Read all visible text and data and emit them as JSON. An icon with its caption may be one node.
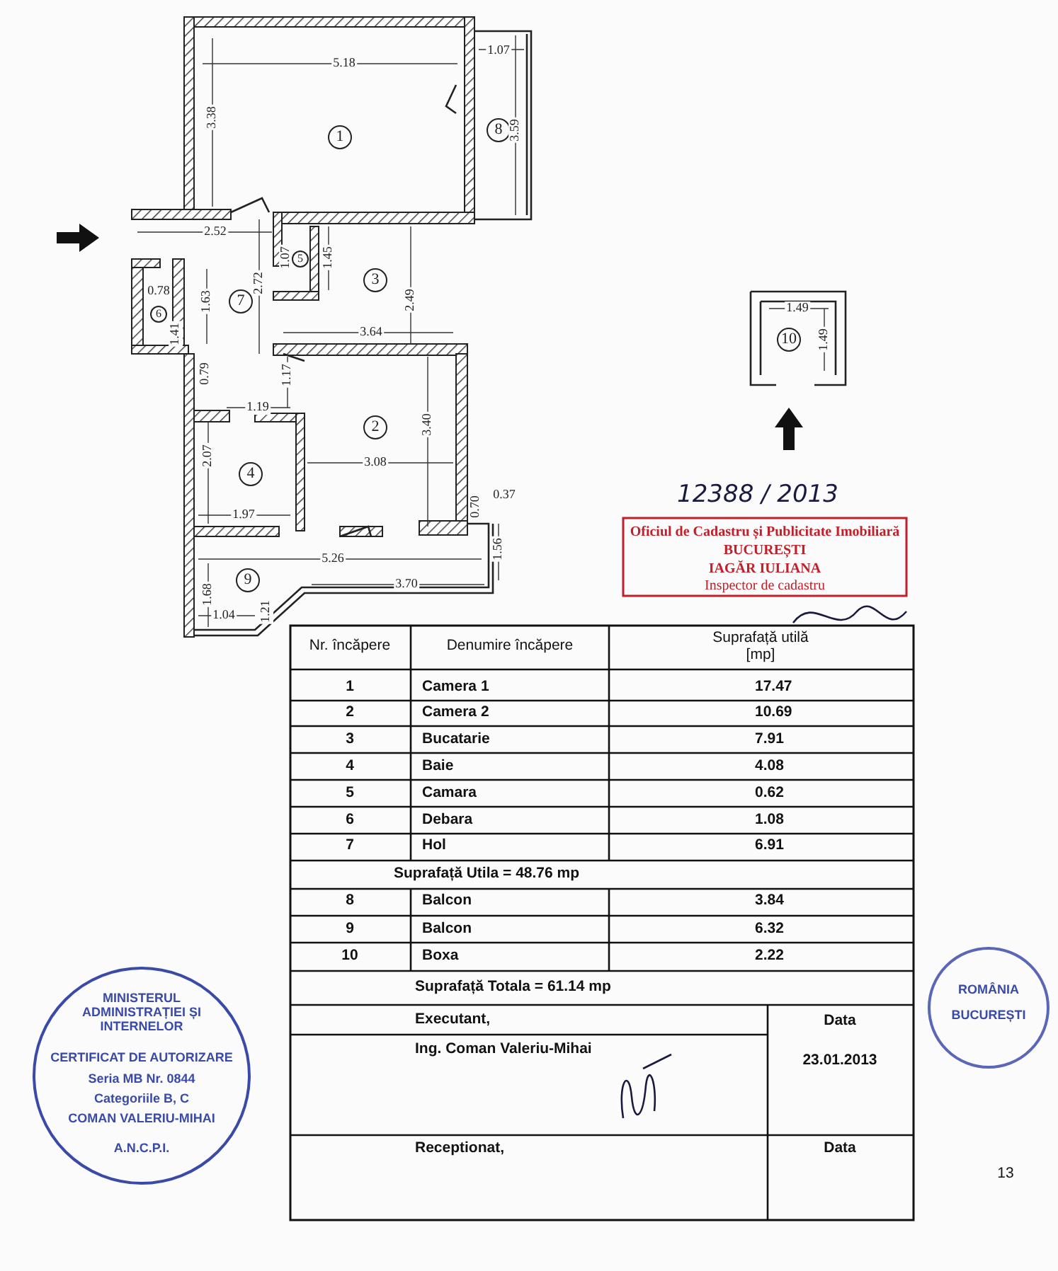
{
  "diagram": {
    "labels": [
      "5.18",
      "1.07",
      "3.38",
      "1",
      "8",
      "3.59",
      "2.52",
      "1.07",
      "1.45",
      "5",
      "3",
      "2.49",
      "0.78",
      "6",
      "1.41",
      "1.63",
      "7",
      "2.72",
      "3.64",
      "0.79",
      "1.17",
      "1.19",
      "2",
      "3.40",
      "4",
      "2.07",
      "3.08",
      "1.97",
      "0.37",
      "0.70",
      "5.26",
      "1.56",
      "9",
      "1.68",
      "3.70",
      "1.04",
      "1.21",
      "10",
      "1.49",
      "1.49",
      "12388 / 2013",
      "Oficiul de Cadastru și Publicitate Imobiliară",
      "BUCUREȘTI",
      "IAGĂR IULIANA",
      "Inspector de cadastru",
      "Nr. încăpere",
      "Denumire încăpere",
      "Suprafață utilă [mp]",
      "1",
      "Camera 1",
      "17.47",
      "2",
      "Camera 2",
      "10.69",
      "3",
      "Bucatarie",
      "7.91",
      "4",
      "Baie",
      "4.08",
      "5",
      "Camara",
      "0.62",
      "6",
      "Debara",
      "1.08",
      "7",
      "Hol",
      "6.91",
      "Suprafață Utila = 48.76 mp",
      "8",
      "Balcon",
      "3.84",
      "9",
      "Balcon",
      "6.32",
      "10",
      "Boxa",
      "2.22",
      "Suprafață Totala = 61.14 mp",
      "Executant,",
      "Data",
      "Ing. Coman Valeriu-Mihai",
      "23.01.2013",
      "Receptionat,",
      "Data",
      "MINISTERUL ADMINISTRAȚIEI ȘI INTERNELOR",
      "CERTIFICAT DE AUTORIZARE",
      "Seria MB Nr. 0844",
      "Categoriile B, C",
      "COMAN VALERIU-MIHAI",
      "A.N.C.P.I.",
      "ROMÂNIA",
      "BUCUREȘTI",
      "13"
    ]
  }
}
